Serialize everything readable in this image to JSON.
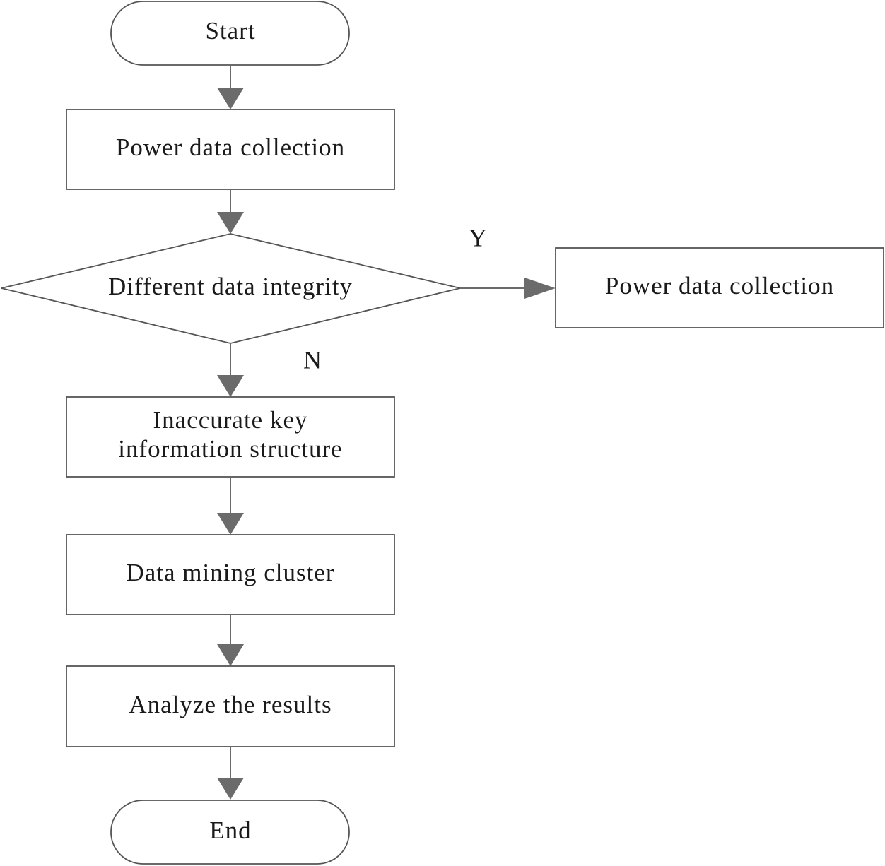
{
  "nodes": {
    "start": "Start",
    "collect": "Power data collection",
    "decision": "Different data integrity",
    "yes_target": "Power data collection",
    "inaccurate_line1": "Inaccurate key",
    "inaccurate_line2": "information structure",
    "mining": "Data mining cluster",
    "analyze": "Analyze the results",
    "end": "End"
  },
  "branches": {
    "yes": "Y",
    "no": "N"
  }
}
